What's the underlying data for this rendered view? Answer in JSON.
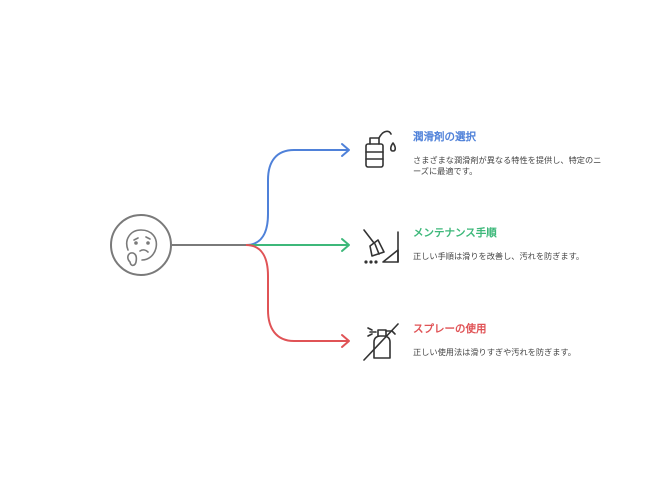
{
  "colors": {
    "hub": "#7a7a7a",
    "branch_1": "#4f81d9",
    "branch_2": "#3db87a",
    "branch_3": "#e05356",
    "icon": "#333333",
    "text": "#444444"
  },
  "hub": {
    "icon": "thinking-face-icon"
  },
  "branches": [
    {
      "icon": "lubricant-container-icon",
      "title": "潤滑剤の選択",
      "description": "さまざまな潤滑剤が異なる特性を提供し、特定のニーズに最適です。"
    },
    {
      "icon": "broom-dustpan-icon",
      "title": "メンテナンス手順",
      "description": "正しい手順は滑りを改善し、汚れを防ぎます。"
    },
    {
      "icon": "spray-bottle-icon",
      "title": "スプレーの使用",
      "description": "正しい使用法は滑りすぎや汚れを防ぎます。"
    }
  ]
}
